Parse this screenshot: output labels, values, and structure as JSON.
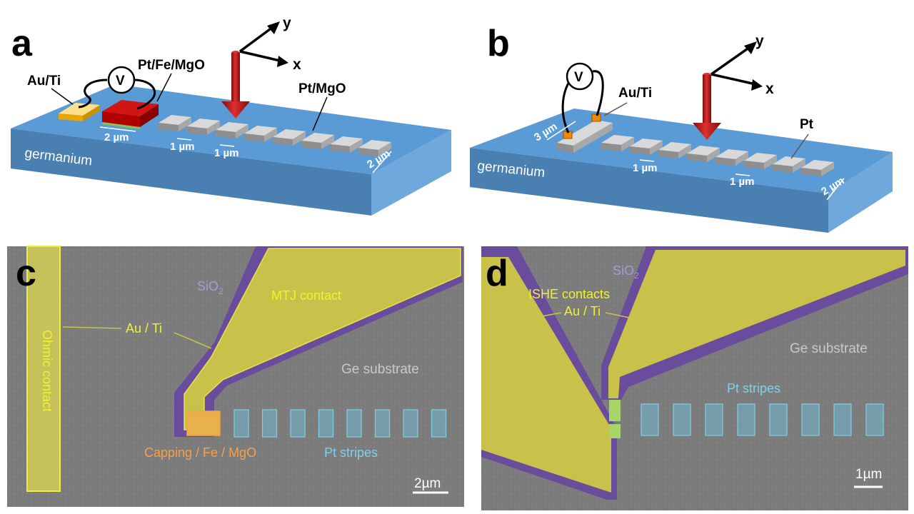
{
  "panels": {
    "a": {
      "letter": "a",
      "substrate": "germanium",
      "labels": {
        "au_ti": "Au/Ti",
        "pt_fe_mgo": "Pt/Fe/MgO",
        "pt_mgo": "Pt/MgO",
        "voltmeter": "V"
      },
      "dims": {
        "d1": "2 µm",
        "d2": "1 µm",
        "d3": "1 µm",
        "d4": "2 µm"
      },
      "axes": {
        "x": "x",
        "y": "y"
      }
    },
    "b": {
      "letter": "b",
      "substrate": "germanium",
      "labels": {
        "au_ti": "Au/Ti",
        "pt": "Pt",
        "voltmeter": "V"
      },
      "dims": {
        "d1": "3 µm",
        "d2": "1 µm",
        "d3": "1 µm",
        "d4": "2 µm"
      },
      "axes": {
        "x": "x",
        "y": "y"
      }
    },
    "c": {
      "letter": "c",
      "labels": {
        "ohmic": "Ohmic contact",
        "au_ti": "Au / Ti",
        "sio2_main": "SiO",
        "sio2_sub": "2",
        "mtj": "MTJ contact",
        "ge": "Ge substrate",
        "capping": "Capping / Fe / MgO",
        "pt_stripes": "Pt stripes",
        "scale": "2µm"
      }
    },
    "d": {
      "letter": "d",
      "labels": {
        "sio2_main": "SiO",
        "sio2_sub": "2",
        "ishe": "ISHE contacts",
        "au_ti": "Au / Ti",
        "ge": "Ge substrate",
        "pt_stripes": "Pt stripes",
        "scale": "1µm"
      }
    }
  },
  "colors": {
    "slab_top": "#5b9bd5",
    "slab_front": "#4a7fb2",
    "slab_side": "#6fa8dc",
    "gold": "#f5c518",
    "red": "#c00000",
    "sem_bg": "#7a7a7a",
    "sem_yellow": "#c9c24a",
    "sem_purple": "#6a4c9c",
    "sem_cyan": "#6fb7cc"
  }
}
